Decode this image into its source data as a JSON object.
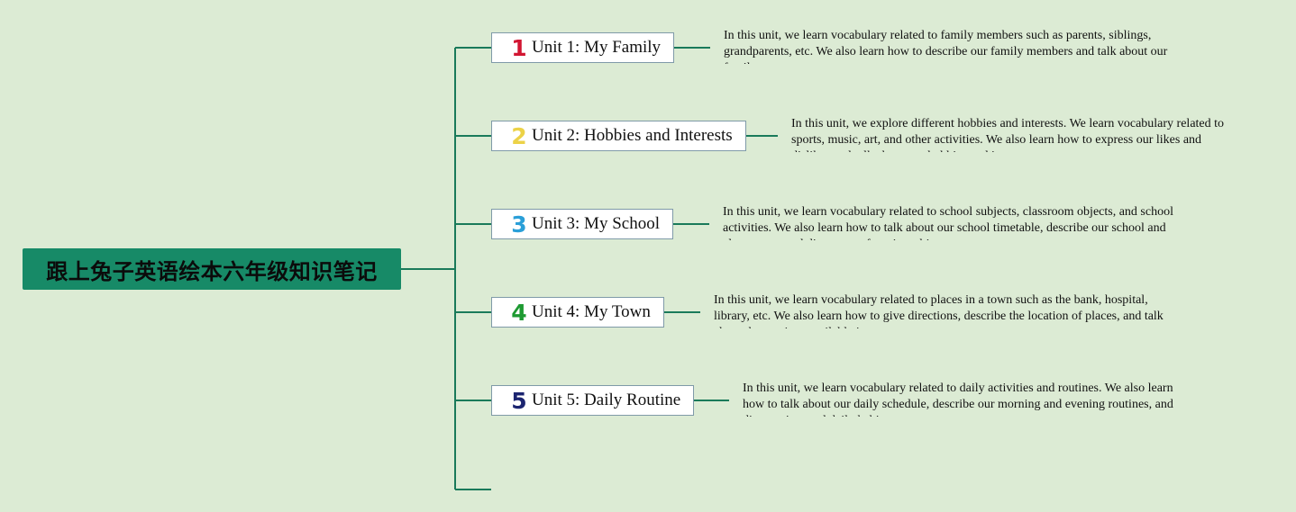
{
  "root": {
    "title": "跟上兔子英语绘本六年级知识笔记"
  },
  "units": [
    {
      "number": "1",
      "number_color": "#d21632",
      "title": "Unit 1: My Family",
      "description": "In this unit, we learn vocabulary related to family members such as parents, siblings, grandparents, etc. We also learn how to describe our family members and talk about our family structure."
    },
    {
      "number": "2",
      "number_color": "#ecd247",
      "title": "Unit 2: Hobbies and Interests",
      "description": "In this unit, we explore different hobbies and interests. We learn vocabulary related to sports, music, art, and other activities. We also learn how to express our likes and dislikes and talk about our hobbies and interests."
    },
    {
      "number": "3",
      "number_color": "#2a9fd8",
      "title": "Unit 3: My School",
      "description": "In this unit, we learn vocabulary related to school subjects, classroom objects, and school activities. We also learn how to talk about our school timetable, describe our school and classrooms, and discuss our favorite subjects."
    },
    {
      "number": "4",
      "number_color": "#1e9a32",
      "title": "Unit 4: My Town",
      "description": "In this unit, we learn vocabulary related to places in a town such as the bank, hospital, library, etc. We also learn how to give directions, describe the location of places, and talk about the services available in our town."
    },
    {
      "number": "5",
      "number_color": "#1b2470",
      "title": "Unit 5: Daily Routine",
      "description": "In this unit, we learn vocabulary related to daily activities and routines. We also learn how to talk about our daily schedule, describe our morning and evening routines, and discuss time and daily habits."
    }
  ],
  "colors": {
    "background": "#dcebd4",
    "root_fill": "#178a67",
    "connector": "#1a7a5a"
  }
}
